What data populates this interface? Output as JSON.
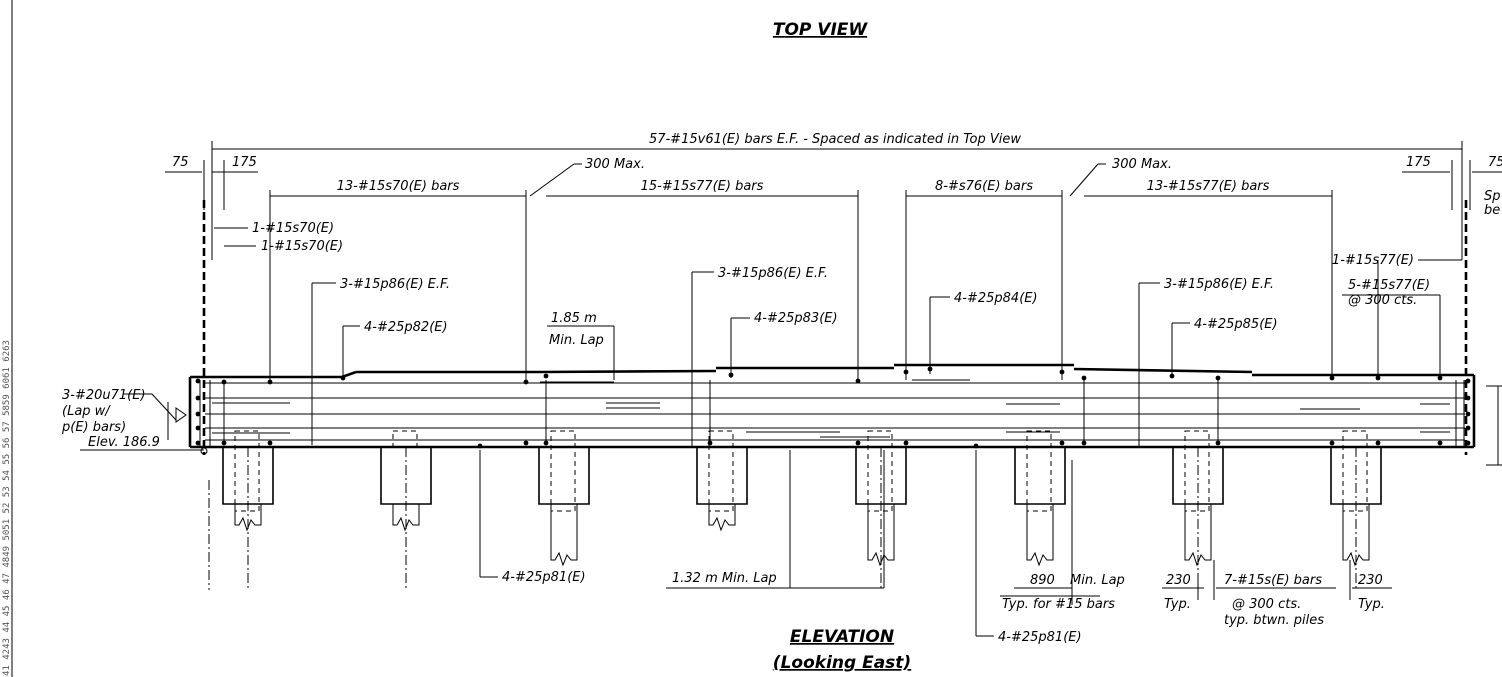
{
  "titles": {
    "top_view": "TOP VIEW",
    "elevation": "ELEVATION",
    "elevation_sub": "(Looking East)"
  },
  "side_text": "41 4243 44 45 46 47 4849 5051 52 53 54 55 56 57 5859 6061 6263",
  "labels": {
    "overall": "57-#15v61(E) bars E.F. - Spaced as indicated in Top View",
    "dim_75_left": "75",
    "dim_175_left": "175",
    "dim_175_right": "175",
    "dim_75_right": "75",
    "max300_a": "300 Max.",
    "max300_b": "300 Max.",
    "s70_group": "13-#15s70(E) bars",
    "s77_group_a": "15-#15s77(E) bars",
    "s76_group": "8-#s76(E) bars",
    "s77_group_b": "13-#15s77(E) bars",
    "s70_a": "1-#15s70(E)",
    "s70_b": "1-#15s70(E)",
    "s77_single": "1-#15s77(E)",
    "s77_five": "5-#15s77(E)",
    "cts300_a": "@ 300 cts.",
    "right_sp": "Sp",
    "right_be": "be",
    "p86_a": "3-#15p86(E) E.F.",
    "p86_b": "3-#15p86(E) E.F.",
    "p86_c": "3-#15p86(E) E.F.",
    "p82": "4-#25p82(E)",
    "p83": "4-#25p83(E)",
    "p84": "4-#25p84(E)",
    "p85": "4-#25p85(E)",
    "lap185": "1.85 m",
    "lap185_sub": "Min. Lap",
    "u71": "3-#20u71(E)",
    "u71_lap": "(Lap w/",
    "u71_bars": "p(E) bars)",
    "elev": "Elev. 186.9",
    "p81_a": "4-#25p81(E)",
    "p81_b": "4-#25p81(E)",
    "lap132": "1.32 m Min. Lap",
    "lap890": "890",
    "lap890_min": "Min. Lap",
    "lap890_typ": "Typ. for #15 bars",
    "dim230_a": "230",
    "typ_a": "Typ.",
    "s_bars": "7-#15s(E) bars",
    "cts300_b": "@ 300 cts.",
    "btwn": "typ. btwn. piles",
    "dim230_b": "230",
    "typ_b": "Typ."
  }
}
